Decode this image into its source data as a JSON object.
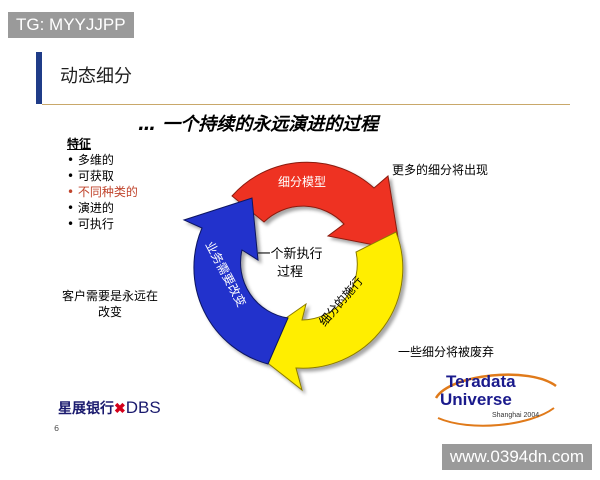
{
  "watermarks": {
    "top": "TG: MYYJJPP",
    "bottom": "www.0394dn.com"
  },
  "page_title": "动态细分",
  "subtitle": "… 一个持续的永远演进的过程",
  "features": {
    "heading": "特征",
    "items": [
      "多维的",
      "可获取",
      "不同种类的",
      "演进的",
      "可执行"
    ]
  },
  "cycle": {
    "center_line1": "一个新执行",
    "center_line2": "过程",
    "segments": [
      {
        "label": "细分模型",
        "color": "#ee3322"
      },
      {
        "label": "细分的施行",
        "color": "#ffee00"
      },
      {
        "label": "业务需要改变",
        "color": "#2233cc"
      }
    ]
  },
  "notes": {
    "right_top": "更多的细分将出现",
    "left_line1": "客户需要是永远在",
    "left_line2": "改变",
    "right_bottom": "一些细分将被废弃"
  },
  "footer": {
    "bank_name": "星展银行",
    "bank_abbr": "DBS",
    "page_number": "6",
    "teradata_line1": "Teradata",
    "teradata_line2": "Universe",
    "teradata_line3": "Shanghai 2004"
  }
}
